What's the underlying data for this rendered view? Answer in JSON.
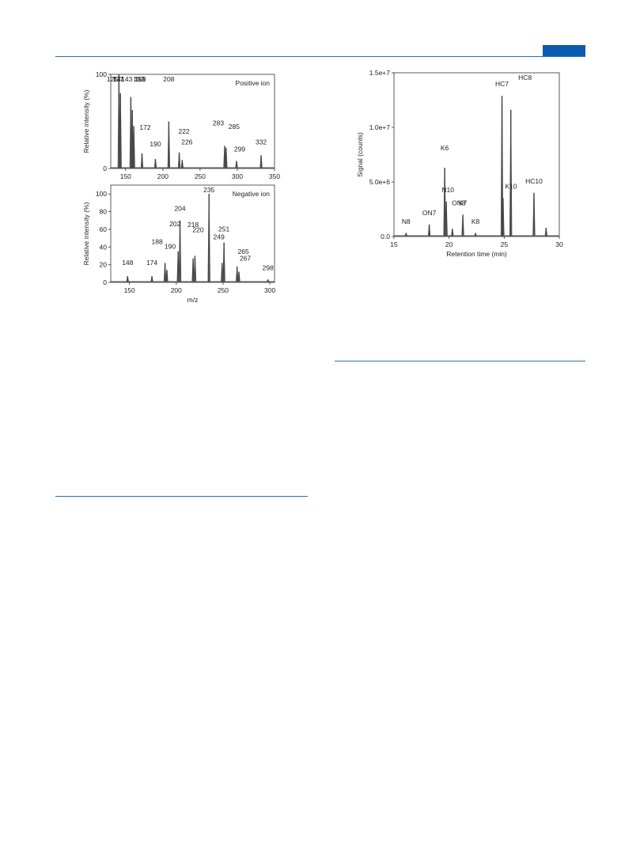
{
  "chart_data": [
    {
      "type": "line",
      "title": "Positive ion",
      "xlabel": "",
      "ylabel": "Relative intensity (%)",
      "xlim": [
        130,
        350
      ],
      "ylim": [
        0,
        100
      ],
      "xticks": [
        150,
        200,
        250,
        300,
        350
      ],
      "yticks": [
        0,
        100
      ],
      "x_tick_labels": [
        "150",
        "200",
        "250",
        "300",
        "350"
      ],
      "y_tick_labels": [
        "0",
        "100"
      ],
      "peaks": [
        {
          "x": 125,
          "y": 95
        },
        {
          "x": 127,
          "y": 85
        },
        {
          "x": 141,
          "y": 100
        },
        {
          "x": 143,
          "y": 80
        },
        {
          "x": 157,
          "y": 76
        },
        {
          "x": 159,
          "y": 62
        },
        {
          "x": 161,
          "y": 45
        },
        {
          "x": 172,
          "y": 16
        },
        {
          "x": 190,
          "y": 10
        },
        {
          "x": 208,
          "y": 50
        },
        {
          "x": 222,
          "y": 17
        },
        {
          "x": 226,
          "y": 9
        },
        {
          "x": 283,
          "y": 24
        },
        {
          "x": 285,
          "y": 22
        },
        {
          "x": 299,
          "y": 8
        },
        {
          "x": 332,
          "y": 14
        }
      ],
      "labels": [
        "125",
        "127",
        "141",
        "143",
        "157",
        "159",
        "161",
        "172",
        "190",
        "208",
        "222",
        "226",
        "283",
        "285",
        "299",
        "332"
      ]
    },
    {
      "type": "line",
      "title": "Negative ion",
      "xlabel": "m/z",
      "ylabel": "Relative intensity (%)",
      "xlim": [
        130,
        305
      ],
      "ylim": [
        0,
        110
      ],
      "xticks": [
        150,
        200,
        250,
        300
      ],
      "yticks": [
        0,
        20,
        40,
        60,
        80,
        100
      ],
      "x_tick_labels": [
        "150",
        "200",
        "250",
        "300"
      ],
      "y_tick_labels": [
        "0",
        "20",
        "40",
        "60",
        "80",
        "100"
      ],
      "peaks": [
        {
          "x": 148,
          "y": 7
        },
        {
          "x": 174,
          "y": 7
        },
        {
          "x": 188,
          "y": 22
        },
        {
          "x": 190,
          "y": 14
        },
        {
          "x": 202,
          "y": 35
        },
        {
          "x": 204,
          "y": 70
        },
        {
          "x": 218,
          "y": 27
        },
        {
          "x": 220,
          "y": 30
        },
        {
          "x": 235,
          "y": 100
        },
        {
          "x": 249,
          "y": 22
        },
        {
          "x": 251,
          "y": 45
        },
        {
          "x": 265,
          "y": 18
        },
        {
          "x": 267,
          "y": 12
        },
        {
          "x": 298,
          "y": 3
        }
      ],
      "labels": [
        "148",
        "174",
        "188",
        "190",
        "202",
        "204",
        "218",
        "220",
        "235",
        "249",
        "251",
        "265",
        "267",
        "298"
      ]
    },
    {
      "type": "line",
      "title": "",
      "xlabel": "Retention time (min)",
      "ylabel": "Signal (counts)",
      "xlim": [
        15,
        30
      ],
      "ylim": [
        0,
        15000000
      ],
      "xticks": [
        15,
        20,
        25,
        30
      ],
      "yticks": [
        0,
        5000000,
        10000000,
        15000000
      ],
      "x_tick_labels": [
        "15",
        "20",
        "25",
        "30"
      ],
      "y_tick_labels": [
        "0.0",
        "5.0e+6",
        "1.0e+7",
        "1.5e+7"
      ],
      "peaks": [
        {
          "x": 16.1,
          "y": 300000,
          "label": "N8"
        },
        {
          "x": 18.2,
          "y": 1100000,
          "label": "ON7"
        },
        {
          "x": 19.6,
          "y": 6300000,
          "label": "K6"
        },
        {
          "x": 19.75,
          "y": 3200000,
          "label": "N10"
        },
        {
          "x": 20.3,
          "y": 700000,
          "label": "ON8"
        },
        {
          "x": 21.25,
          "y": 2000000,
          "label": "K7"
        },
        {
          "x": 22.4,
          "y": 300000,
          "label": "K8"
        },
        {
          "x": 24.8,
          "y": 12900000,
          "label": "HC7"
        },
        {
          "x": 24.9,
          "y": 3500000,
          "label": "K10"
        },
        {
          "x": 25.6,
          "y": 11600000,
          "label": "HC8"
        },
        {
          "x": 27.7,
          "y": 4000000,
          "label": "HC10"
        },
        {
          "x": 28.8,
          "y": 800000
        }
      ],
      "labels": [
        "N8",
        "ON7",
        "K6",
        "N10",
        "ON8",
        "K7",
        "K8",
        "HC7",
        "HC8",
        "K10",
        "HC10"
      ]
    }
  ]
}
